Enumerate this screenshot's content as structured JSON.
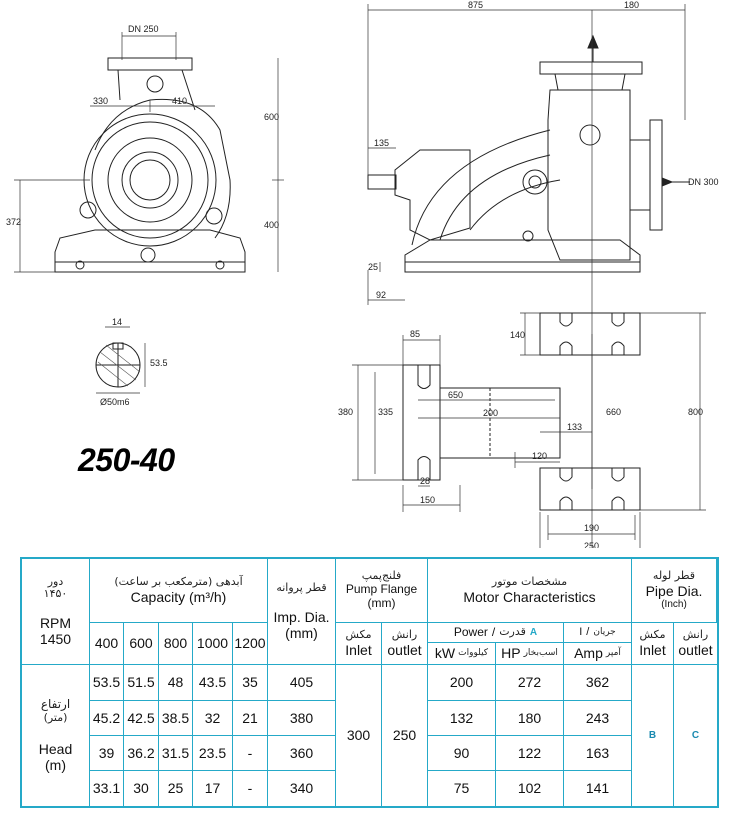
{
  "model": "250-40",
  "drawing": {
    "front": {
      "dn_inlet": "DN 250",
      "w_left": "330",
      "w_right": "410",
      "h_top": "600",
      "h_bottom": "400",
      "h_left": "372"
    },
    "side": {
      "total": "875",
      "right": "180",
      "shaft_len": "135",
      "dn_outlet": "DN 300",
      "base_h": "25",
      "base_off": "92"
    },
    "shaft": {
      "key": "14",
      "depth": "53.5",
      "dia": "Ø50m6"
    },
    "base": {
      "d85": "85",
      "d140": "140",
      "d380": "380",
      "d335": "335",
      "d650": "650",
      "d200": "200",
      "d133": "133",
      "d660": "660",
      "d800": "800",
      "d120": "120",
      "d28": "28",
      "d150": "150",
      "d190": "190",
      "d250": "250"
    }
  },
  "table": {
    "rpm_fa": "دور",
    "rpm_fa_num": "۱۴۵۰",
    "rpm_en": "RPM",
    "rpm_num": "1450",
    "capacity_fa": "آبدهی (مترمکعب بر ساعت)",
    "capacity_en": "Capacity (m³/h)",
    "capacities": [
      "400",
      "600",
      "800",
      "1000",
      "1200"
    ],
    "imp_fa": "قطر پروانه",
    "imp_en": "Imp. Dia.",
    "imp_unit": "(mm)",
    "flange_fa": "فلنج‌پمپ",
    "flange_en": "Pump Flange",
    "flange_unit": "(mm)",
    "flange_inlet_fa": "مکش",
    "flange_inlet": "Inlet",
    "flange_outlet_fa": "رانش",
    "flange_outlet": "outlet",
    "motor_fa": "مشخصات موتور",
    "motor_en": "Motor Characteristics",
    "power_en": "Power",
    "power_fa": "قدرت",
    "power_A": "A",
    "current_en": "I",
    "current_fa": "جریان",
    "kw_en": "kW",
    "kw_fa": "کیلووات",
    "hp_en": "HP",
    "hp_fa": "اسب‌بخار",
    "amp_en": "Amp",
    "amp_fa": "آمپر",
    "pipe_fa": "قطر لوله",
    "pipe_en": "Pipe Dia.",
    "pipe_unit": "(Inch)",
    "pipe_inlet_fa": "مکش",
    "pipe_inlet": "Inlet",
    "pipe_outlet_fa": "رانش",
    "pipe_outlet": "outlet",
    "head_fa": "ارتفاع",
    "head_fa_unit": "(متر)",
    "head_en": "Head",
    "head_unit": "(m)",
    "rows": [
      {
        "heads": [
          "53.5",
          "51.5",
          "48",
          "43.5",
          "35"
        ],
        "imp": "405",
        "kw": "200",
        "hp": "272",
        "amp": "362"
      },
      {
        "heads": [
          "45.2",
          "42.5",
          "38.5",
          "32",
          "21"
        ],
        "imp": "380",
        "kw": "132",
        "hp": "180",
        "amp": "243"
      },
      {
        "heads": [
          "39",
          "36.2",
          "31.5",
          "23.5",
          "-"
        ],
        "imp": "360",
        "kw": "90",
        "hp": "122",
        "amp": "163"
      },
      {
        "heads": [
          "33.1",
          "30",
          "25",
          "17",
          "-"
        ],
        "imp": "340",
        "kw": "75",
        "hp": "102",
        "amp": "141"
      }
    ],
    "flange_inlet_val": "300",
    "flange_outlet_val": "250",
    "pipe_inlet_val": "B",
    "pipe_outlet_val": "C"
  }
}
